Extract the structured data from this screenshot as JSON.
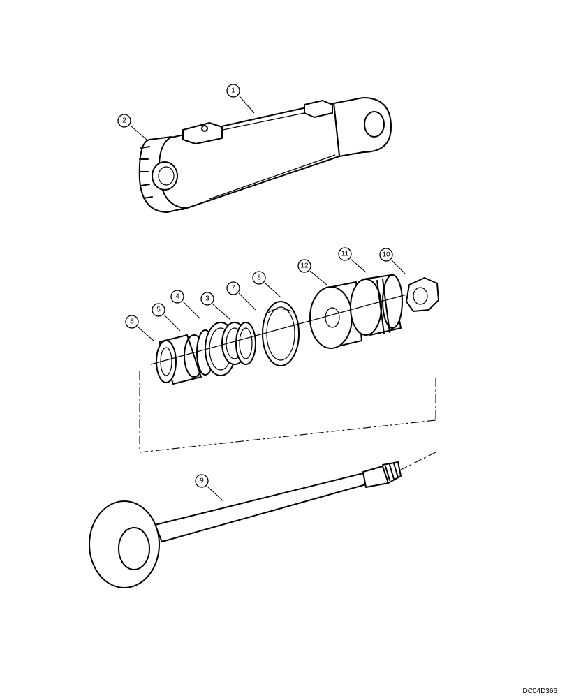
{
  "callouts": [
    {
      "id": "callout-1",
      "label": "1"
    },
    {
      "id": "callout-2",
      "label": "2"
    },
    {
      "id": "callout-3",
      "label": "3"
    },
    {
      "id": "callout-4",
      "label": "4"
    },
    {
      "id": "callout-5",
      "label": "5"
    },
    {
      "id": "callout-6",
      "label": "6"
    },
    {
      "id": "callout-7",
      "label": "7"
    },
    {
      "id": "callout-8",
      "label": "8"
    },
    {
      "id": "callout-9",
      "label": "9"
    },
    {
      "id": "callout-10",
      "label": "10"
    },
    {
      "id": "callout-11",
      "label": "11"
    },
    {
      "id": "callout-12",
      "label": "12"
    }
  ],
  "drawing_code": "DC04D366"
}
